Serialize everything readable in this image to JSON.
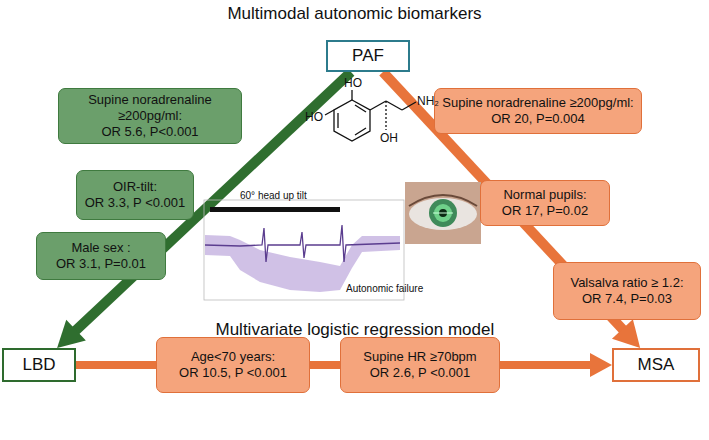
{
  "diagram": {
    "title": "Multimodal autonomic biomarkers",
    "nodes": [
      {
        "text": [
          "PAF"
        ]
      },
      {
        "text": [
          "Supine noradrenaline ≥200pg/ml:",
          "OR 5.6, P<0.001"
        ]
      },
      {
        "text": [
          "OIR-tilt:",
          "OR 3.3, P <0.001"
        ]
      },
      {
        "text": [
          "Male sex :",
          "OR 3.1, P=0.01"
        ]
      },
      {
        "text": [
          "Supine noradrenaline ≥200pg/ml:",
          "OR 20, P=0.004"
        ]
      },
      {
        "text": [
          "Normal pupils:",
          "OR 17, P=0.02"
        ]
      },
      {
        "text": [
          "Valsalva ratio ≥ 1.2:",
          "OR 7.4, P=0.03"
        ]
      },
      {
        "text": [
          "LBD"
        ]
      },
      {
        "text": [
          "Age<70 years:",
          "OR 10.5, P <0.001"
        ]
      },
      {
        "text": [
          "Supine HR ≥70bpm",
          "OR 2.6, P <0.001"
        ]
      },
      {
        "text": [
          "MSA"
        ]
      }
    ],
    "edges": [
      {
        "from": 0,
        "to": 7,
        "arrow": "to"
      },
      {
        "from": 0,
        "to": 10,
        "arrow": "to"
      },
      {
        "from": 7,
        "to": 10,
        "arrow": "to"
      }
    ],
    "labels": [
      "Multivariate logistic regression model",
      "HO",
      "HO",
      "OH",
      "NH₂",
      "60° head up tilt",
      "Autonomic failure"
    ]
  }
}
